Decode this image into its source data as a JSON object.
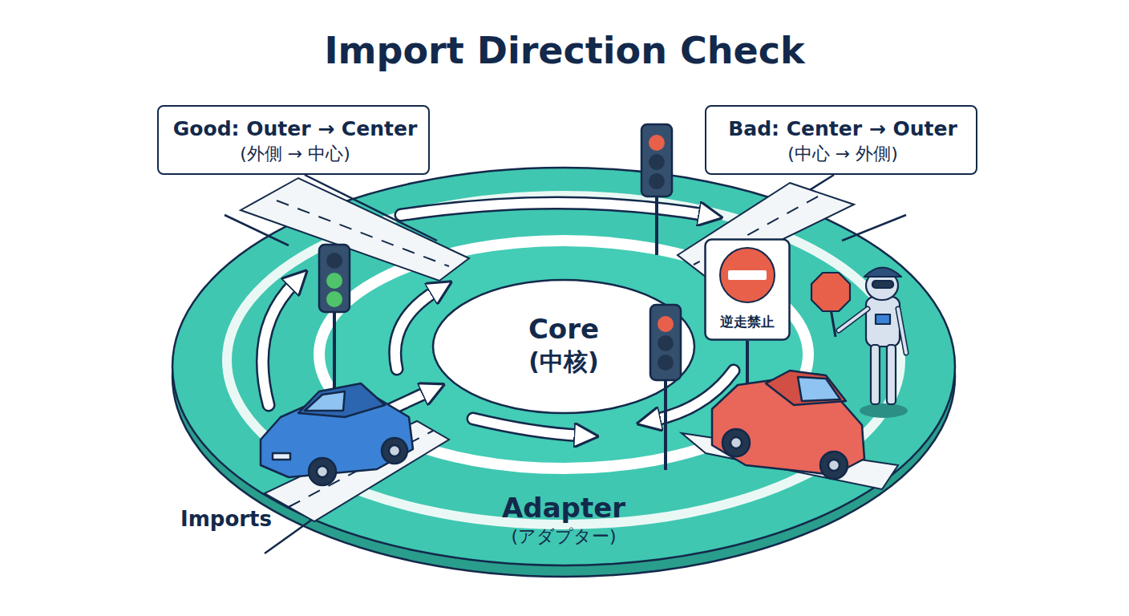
{
  "diagram": {
    "title": "Import Direction Check",
    "nodes": [
      {
        "text": [
          "Good: Outer → Center",
          "(外側 → 中心)"
        ]
      },
      {
        "text": [
          "Bad: Center → Outer",
          "(中心 → 外側)"
        ]
      },
      {
        "text": [
          "Adapter",
          "(アダプター)"
        ]
      },
      {
        "text": [
          "Core",
          "(中核)"
        ],
        "in": 2
      },
      {
        "text": [
          "逆走禁止"
        ]
      }
    ],
    "labels": [
      "Imports"
    ]
  }
}
